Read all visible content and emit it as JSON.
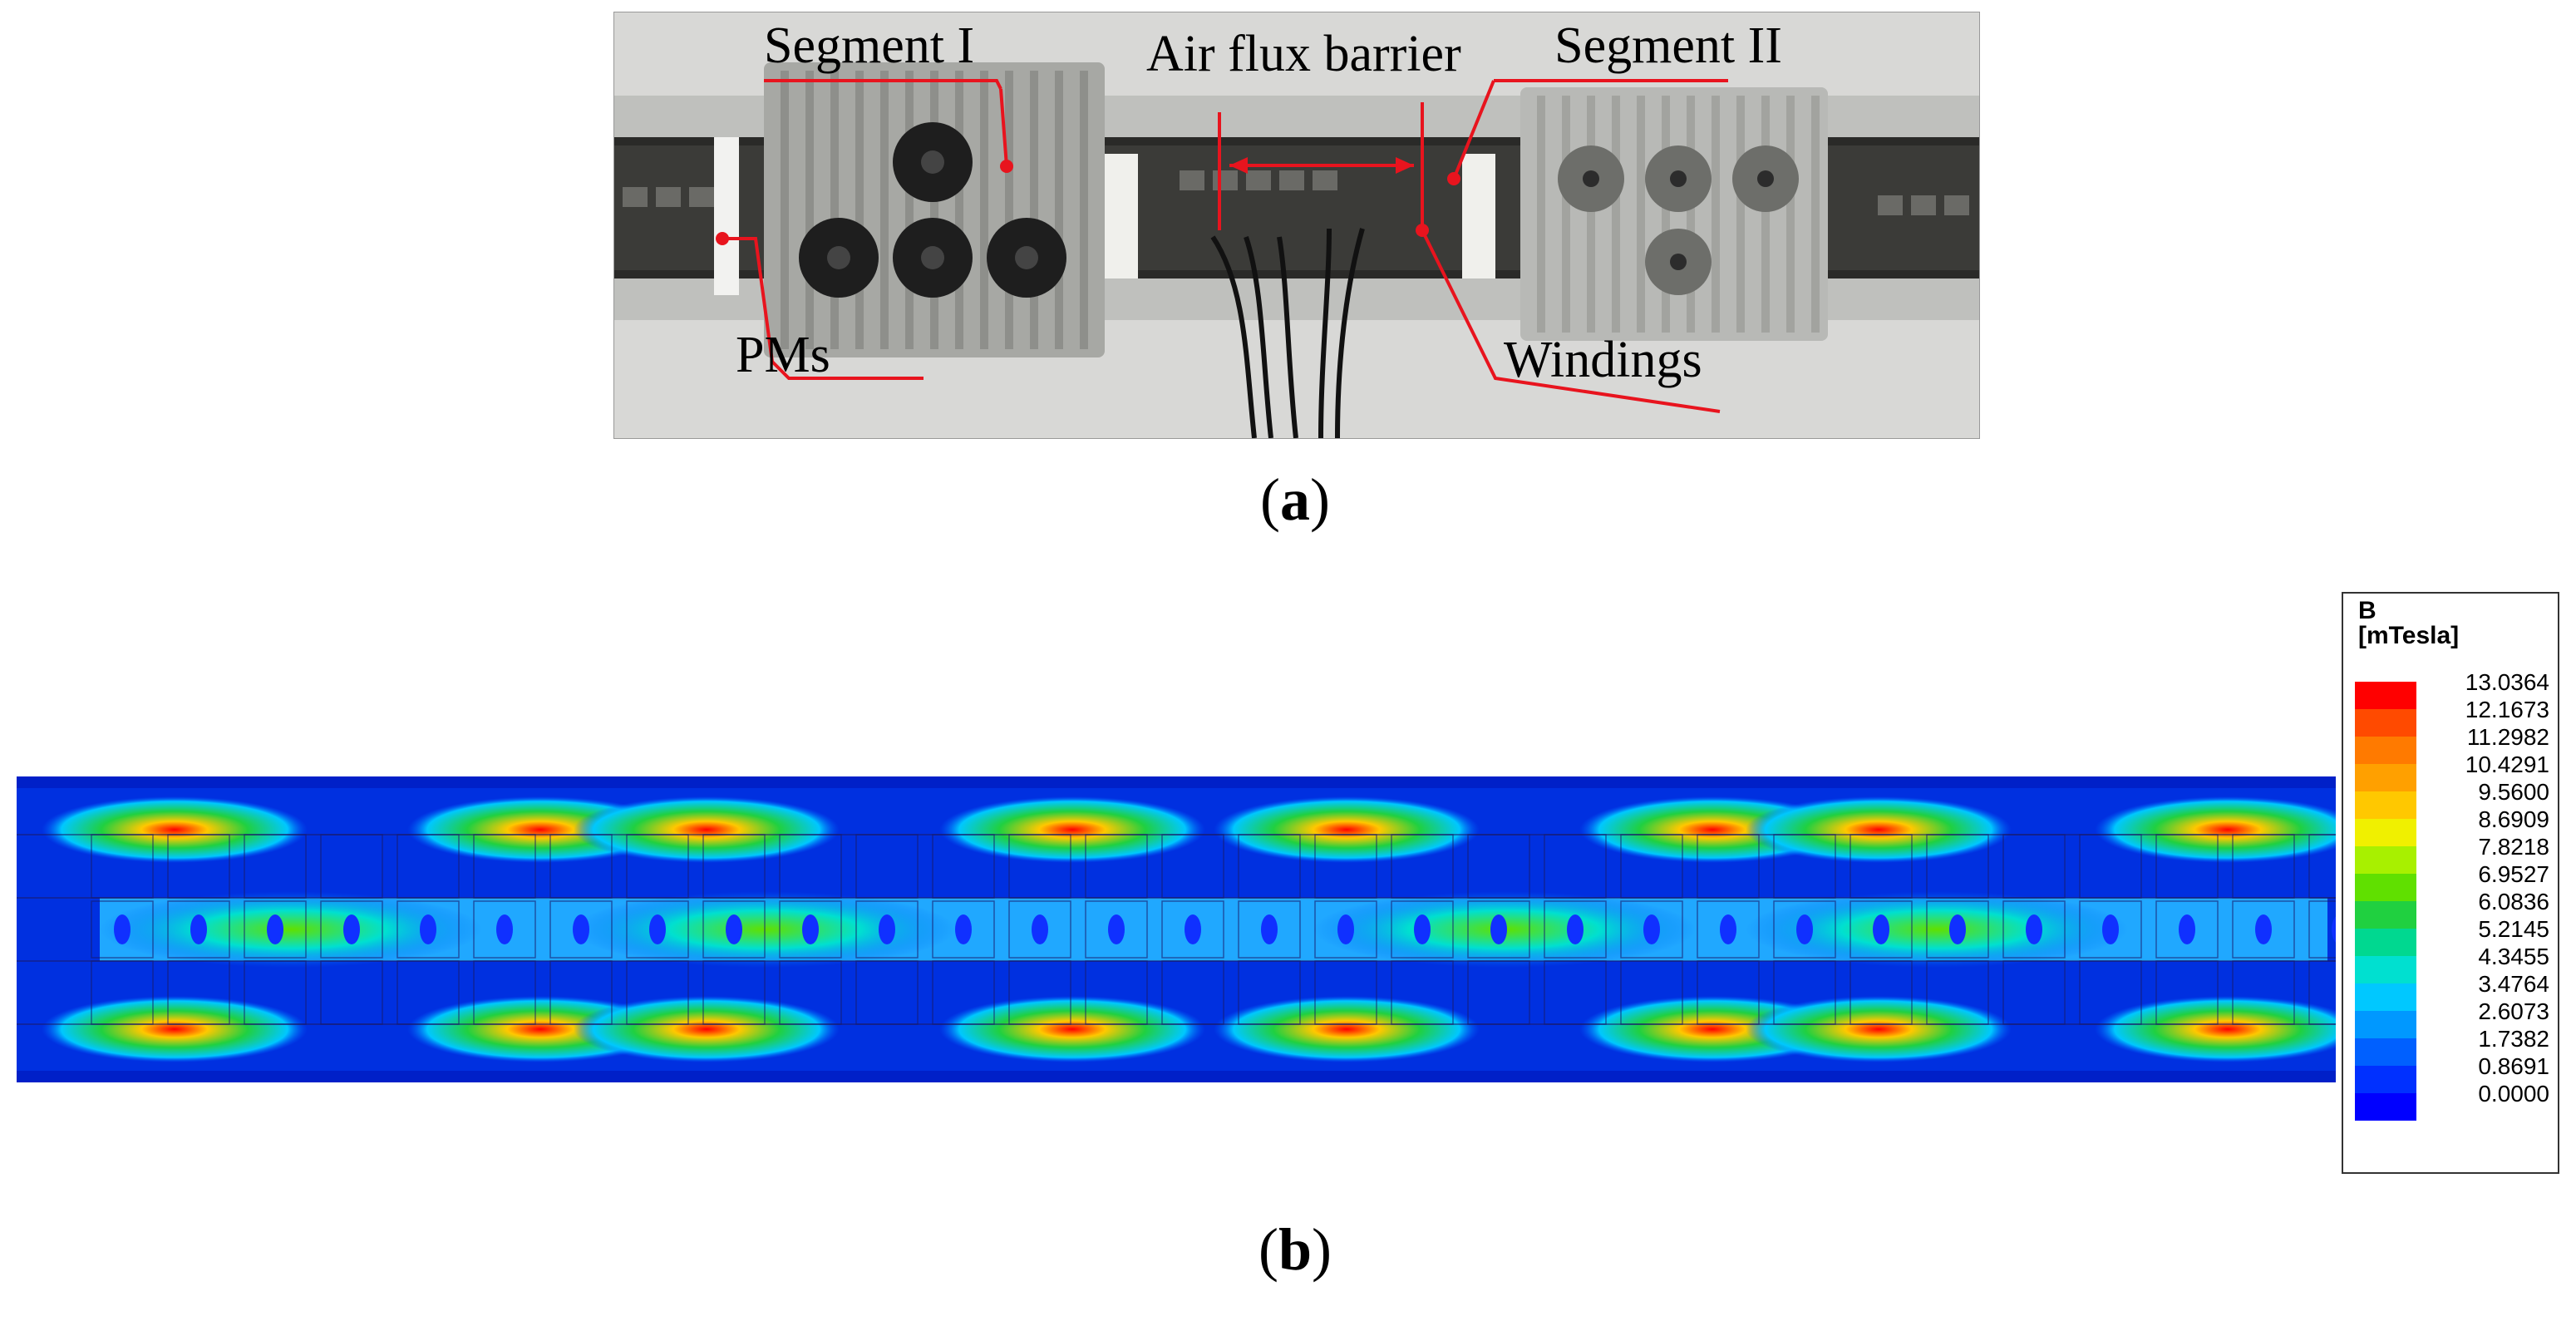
{
  "panel_a": {
    "labels": {
      "segment1": "Segment I",
      "barrier": "Air flux barrier",
      "segment2": "Segment II",
      "pms": "PMs",
      "windings": "Windings"
    },
    "caption_letter": "a"
  },
  "panel_b": {
    "caption_letter": "b",
    "legend": {
      "title_line1": "B",
      "title_line2": "[mTesla]",
      "levels": [
        "13.0364",
        "12.1673",
        "11.2982",
        "10.4291",
        "9.5600",
        "8.6909",
        "7.8218",
        "6.9527",
        "6.0836",
        "5.2145",
        "4.3455",
        "3.4764",
        "2.6073",
        "1.7382",
        "0.8691",
        "0.0000"
      ],
      "colors": [
        "#ff0000",
        "#ff4a00",
        "#ff7a00",
        "#ffa000",
        "#ffc800",
        "#f0f000",
        "#a8f000",
        "#60e000",
        "#20d040",
        "#00d890",
        "#00e0d0",
        "#00c8ff",
        "#0098ff",
        "#0060ff",
        "#0030ff",
        "#0000ff"
      ]
    }
  }
}
